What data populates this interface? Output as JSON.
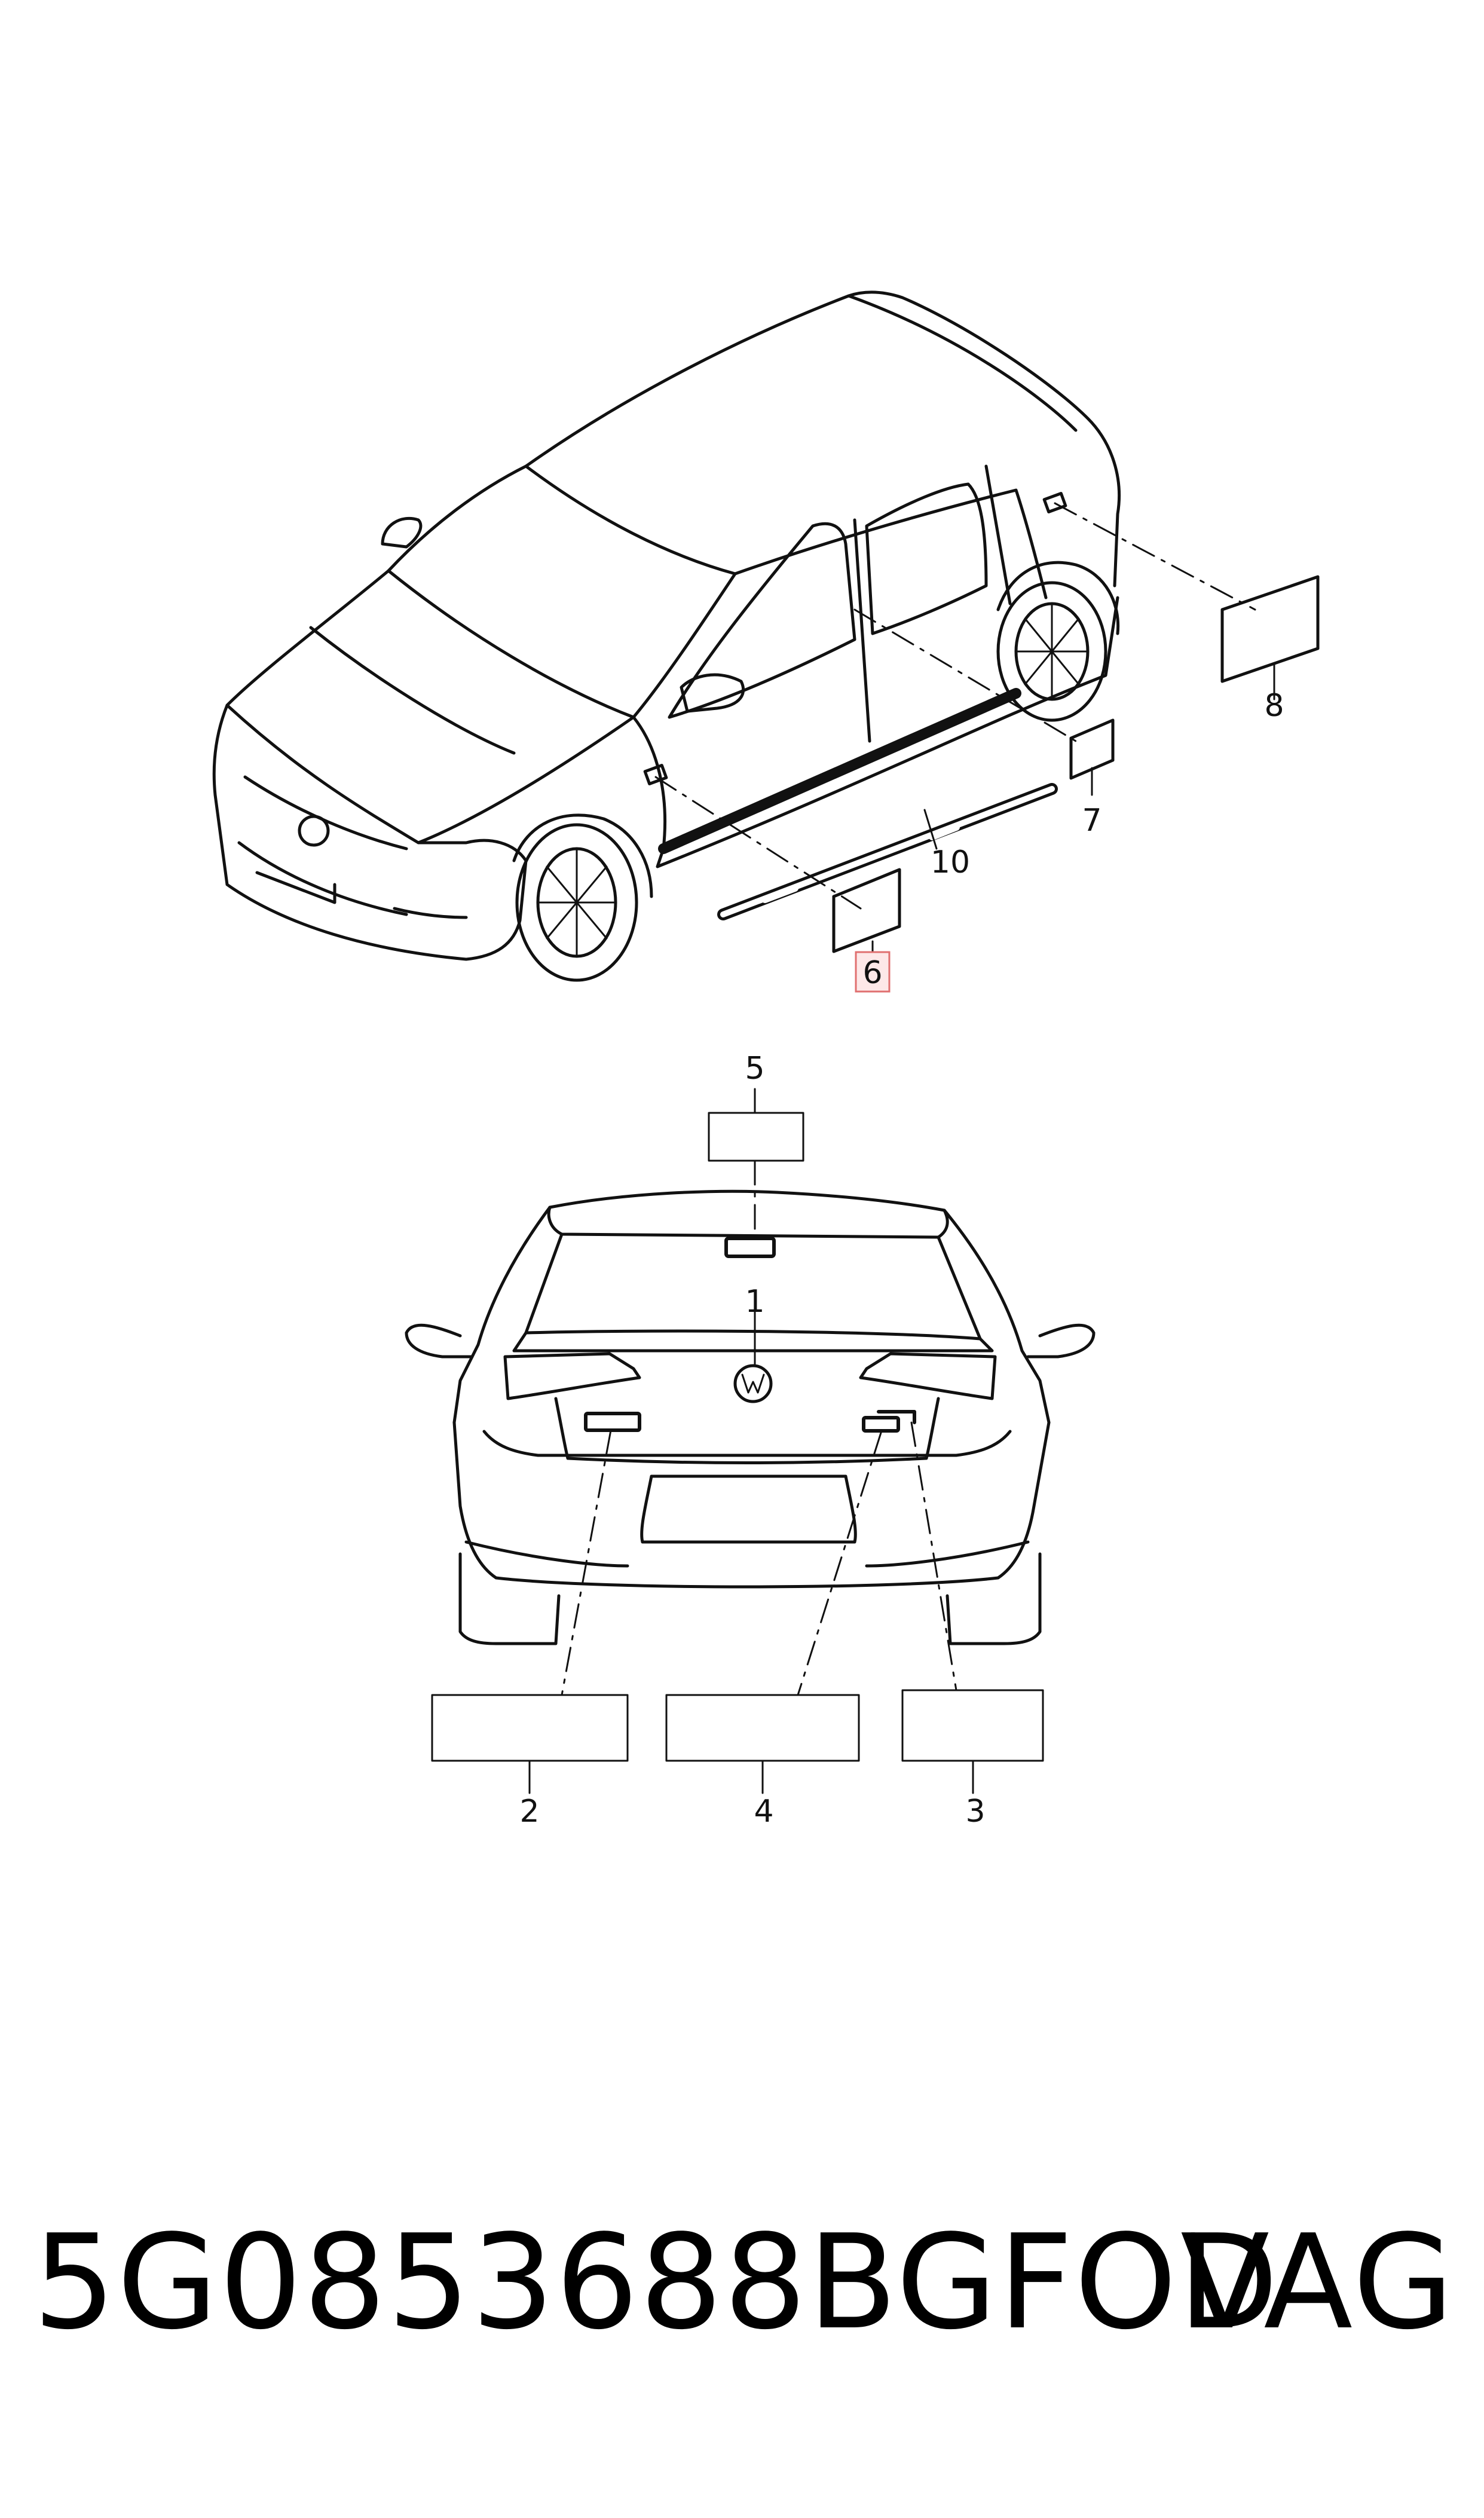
{
  "diagram": {
    "side_view_callouts": [
      {
        "id": "6",
        "label": "6",
        "highlighted": true
      },
      {
        "id": "7",
        "label": "7"
      },
      {
        "id": "8",
        "label": "8"
      },
      {
        "id": "10",
        "label": "10"
      }
    ],
    "rear_view_callouts": [
      {
        "id": "1",
        "label": "1"
      },
      {
        "id": "2",
        "label": "2"
      },
      {
        "id": "3",
        "label": "3"
      },
      {
        "id": "4",
        "label": "4"
      },
      {
        "id": "5",
        "label": "5"
      }
    ],
    "highlight_color": "#e07070"
  },
  "footer": {
    "part_number": "5G0853688BGFOD",
    "brand": "VAG"
  }
}
